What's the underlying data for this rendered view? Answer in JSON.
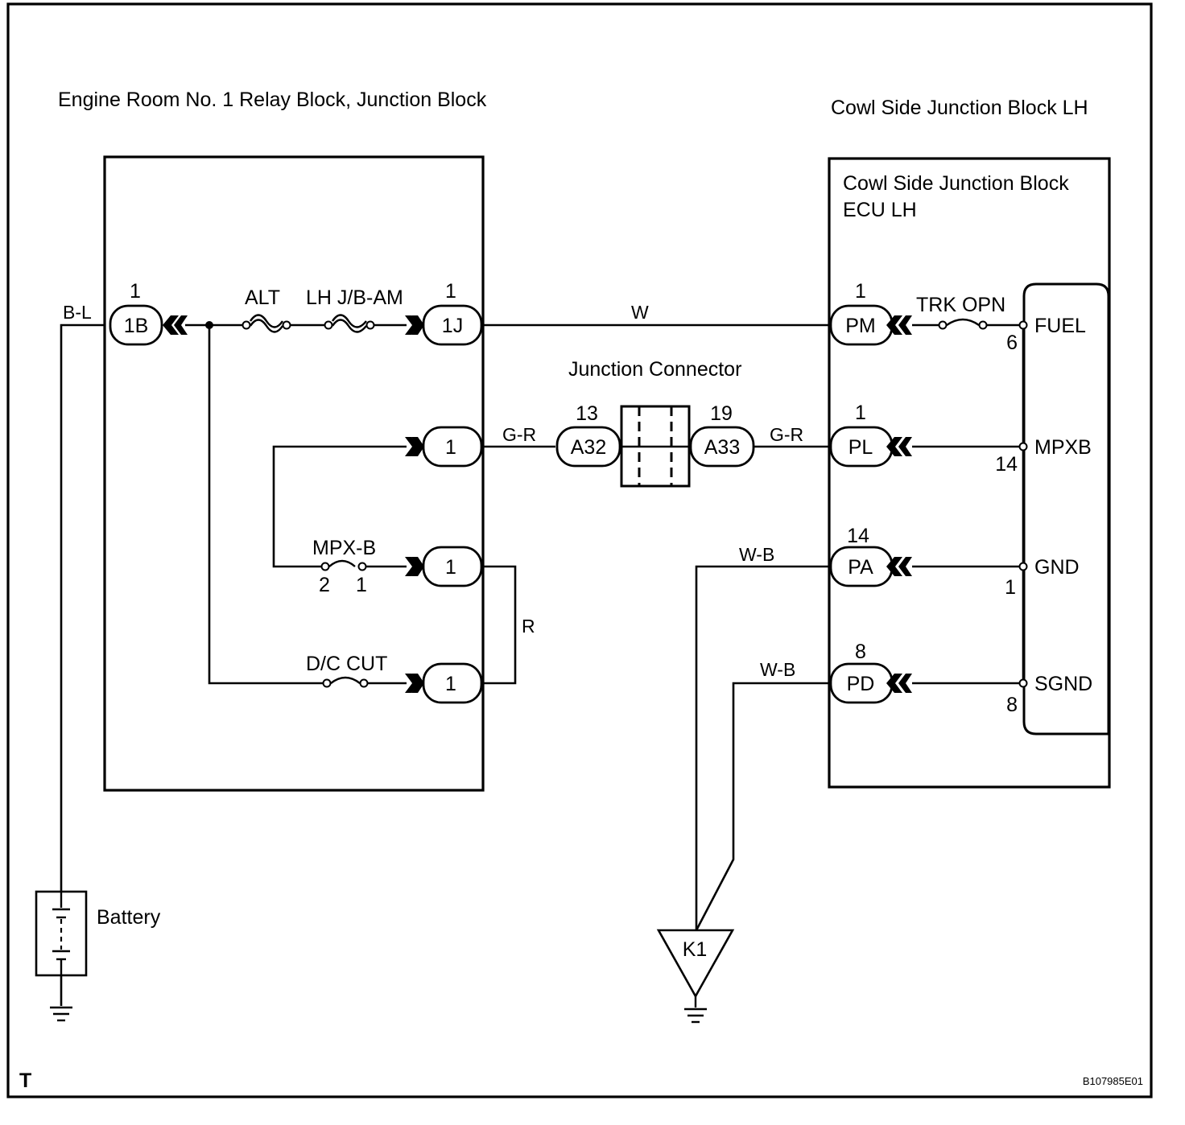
{
  "titles": {
    "left_block": "Engine Room No. 1 Relay Block, Junction Block",
    "right_block": "Cowl Side Junction Block LH",
    "ecu": [
      "Cowl Side Junction Block",
      "ECU LH"
    ],
    "junction_connector": "Junction Connector"
  },
  "connectors": {
    "c1b": {
      "pin": "1",
      "name": "1B"
    },
    "c1j": {
      "pin": "1",
      "name": "1J"
    },
    "c1_gr": {
      "name": "1"
    },
    "c1_mpx": {
      "name": "1"
    },
    "c1_dc": {
      "name": "1"
    },
    "a32": {
      "pin": "13",
      "name": "A32"
    },
    "a33": {
      "pin": "19",
      "name": "A33"
    },
    "pm": {
      "pin": "1",
      "name": "PM"
    },
    "pl": {
      "pin": "1",
      "name": "PL"
    },
    "pa": {
      "pin": "14",
      "name": "PA"
    },
    "pd": {
      "pin": "8",
      "name": "PD"
    }
  },
  "fuses": {
    "alt": "ALT",
    "lh_jb_am": "LH J/B-AM",
    "mpx_b": {
      "name": "MPX-B",
      "pin_left": "2",
      "pin_right": "1"
    },
    "dc_cut": "D/C CUT",
    "trk_opn": "TRK OPN"
  },
  "wire_colors": {
    "bl": "B-L",
    "w": "W",
    "gr_left": "G-R",
    "gr_right": "G-R",
    "r": "R",
    "wb_pa": "W-B",
    "wb_pd": "W-B"
  },
  "ecu_terminals": [
    {
      "name": "FUEL",
      "pin": "6"
    },
    {
      "name": "MPXB",
      "pin": "14"
    },
    {
      "name": "GND",
      "pin": "1"
    },
    {
      "name": "SGND",
      "pin": "8"
    }
  ],
  "battery": "Battery",
  "ground_point": "K1",
  "corner_mark": "T",
  "figure_id": "B107985E01"
}
